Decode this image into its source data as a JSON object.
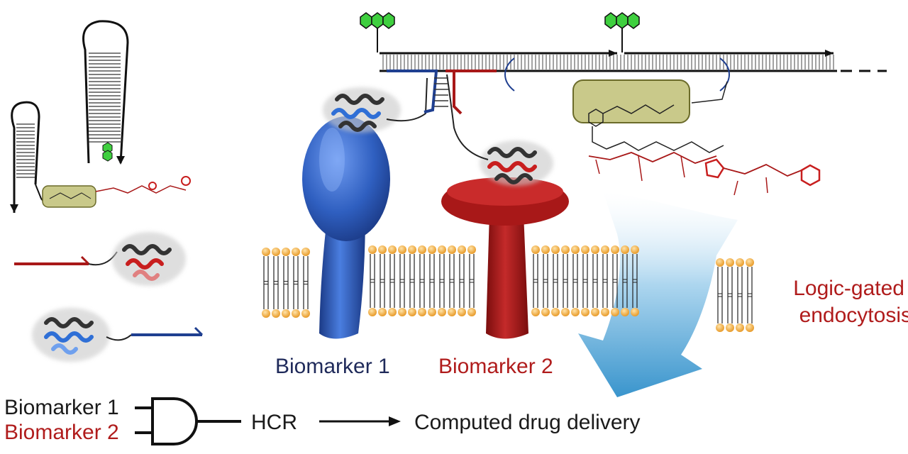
{
  "labels": {
    "biomarker1": "Biomarker 1",
    "biomarker2": "Biomarker 2",
    "logic_gated_line1": "Logic-gated",
    "logic_gated_line2": "endocytosis",
    "gate_input1": "Biomarker 1",
    "gate_input2": "Biomarker 2",
    "hcr": "HCR",
    "computed_delivery": "Computed drug delivery"
  },
  "colors": {
    "biomarker1": "#2f5fc0",
    "biomarker2": "#b01c1c",
    "text": "#1a1a1a",
    "label_red": "#b01c1c",
    "label_blue": "#1f2a5a",
    "lipid_head": "#f3b24a",
    "fluorophore": "#3fcf3f",
    "linker_box": "#c9c98a",
    "arrow": "#4aa3d6"
  },
  "icons": {
    "fluorophore": "xanthene-fluorophore-icon",
    "protein": "helix-bundle-protein-icon",
    "and_gate": "and-gate-icon",
    "membrane": "lipid-bilayer-icon"
  }
}
